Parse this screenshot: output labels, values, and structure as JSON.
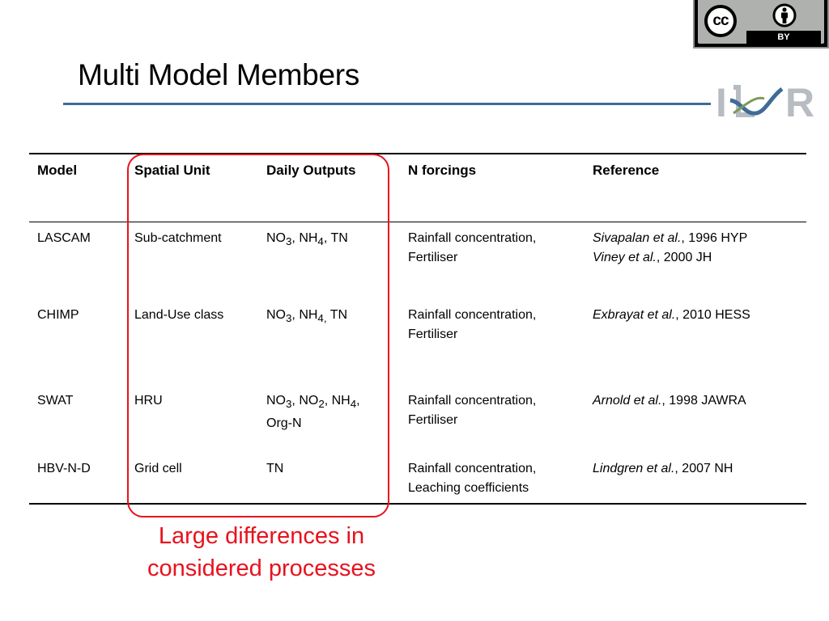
{
  "slide": {
    "title": "Multi Model Members",
    "logo_text": "ILR",
    "license": {
      "cc_label": "cc",
      "by_label": "BY"
    },
    "callout_line1": "Large differences in",
    "callout_line2": "considered processes"
  },
  "table": {
    "headers": [
      "Model",
      "Spatial Unit",
      "Daily Outputs",
      "N forcings",
      "Reference"
    ],
    "rows": [
      {
        "model": "LASCAM",
        "spatial_unit": "Sub-catchment",
        "outputs": {
          "a": "NO",
          "a_sub": "3",
          "sep1": ", ",
          "b": "NH",
          "b_sub": "4",
          "rest": ", TN",
          "line2": ""
        },
        "forcings_line1": "Rainfall concentration,",
        "forcings_line2": "Fertiliser",
        "ref1_authors": "Sivapalan et al.",
        "ref1_rest": ", 1996 HYP",
        "ref2_authors": "Viney et al.",
        "ref2_rest": ", 2000 JH"
      },
      {
        "model": "CHIMP",
        "spatial_unit": "Land-Use class",
        "outputs": {
          "a": "NO",
          "a_sub": "3",
          "sep1": ", ",
          "b": "NH",
          "b_sub": "4,",
          "rest": " TN",
          "line2": ""
        },
        "forcings_line1": "Rainfall concentration,",
        "forcings_line2": "Fertiliser",
        "ref1_authors": "Exbrayat et al.",
        "ref1_rest": ", 2010 HESS"
      },
      {
        "model": "SWAT",
        "spatial_unit": "HRU",
        "outputs": {
          "a": "NO",
          "a_sub": "3",
          "sep1": ", ",
          "c": "NO",
          "c_sub": "2",
          "sep2": ", ",
          "b": "NH",
          "b_sub": "4",
          "rest": ",",
          "line2": "Org-N"
        },
        "forcings_line1": "Rainfall concentration,",
        "forcings_line2": "Fertiliser",
        "ref1_authors": "Arnold et al.",
        "ref1_rest": ", 1998 JAWRA"
      },
      {
        "model": "HBV-N-D",
        "spatial_unit": "Grid cell",
        "outputs_plain": "TN",
        "forcings_line1": "Rainfall concentration,",
        "forcings_line2": "Leaching coefficients",
        "ref1_authors": "Lindgren et al.",
        "ref1_rest": ", 2007 NH"
      }
    ]
  },
  "colors": {
    "accent_red": "#e8121e",
    "rule_blue": "#3f6b96",
    "logo_grey": "#b7bcc2",
    "logo_blue": "#3f6b96"
  }
}
